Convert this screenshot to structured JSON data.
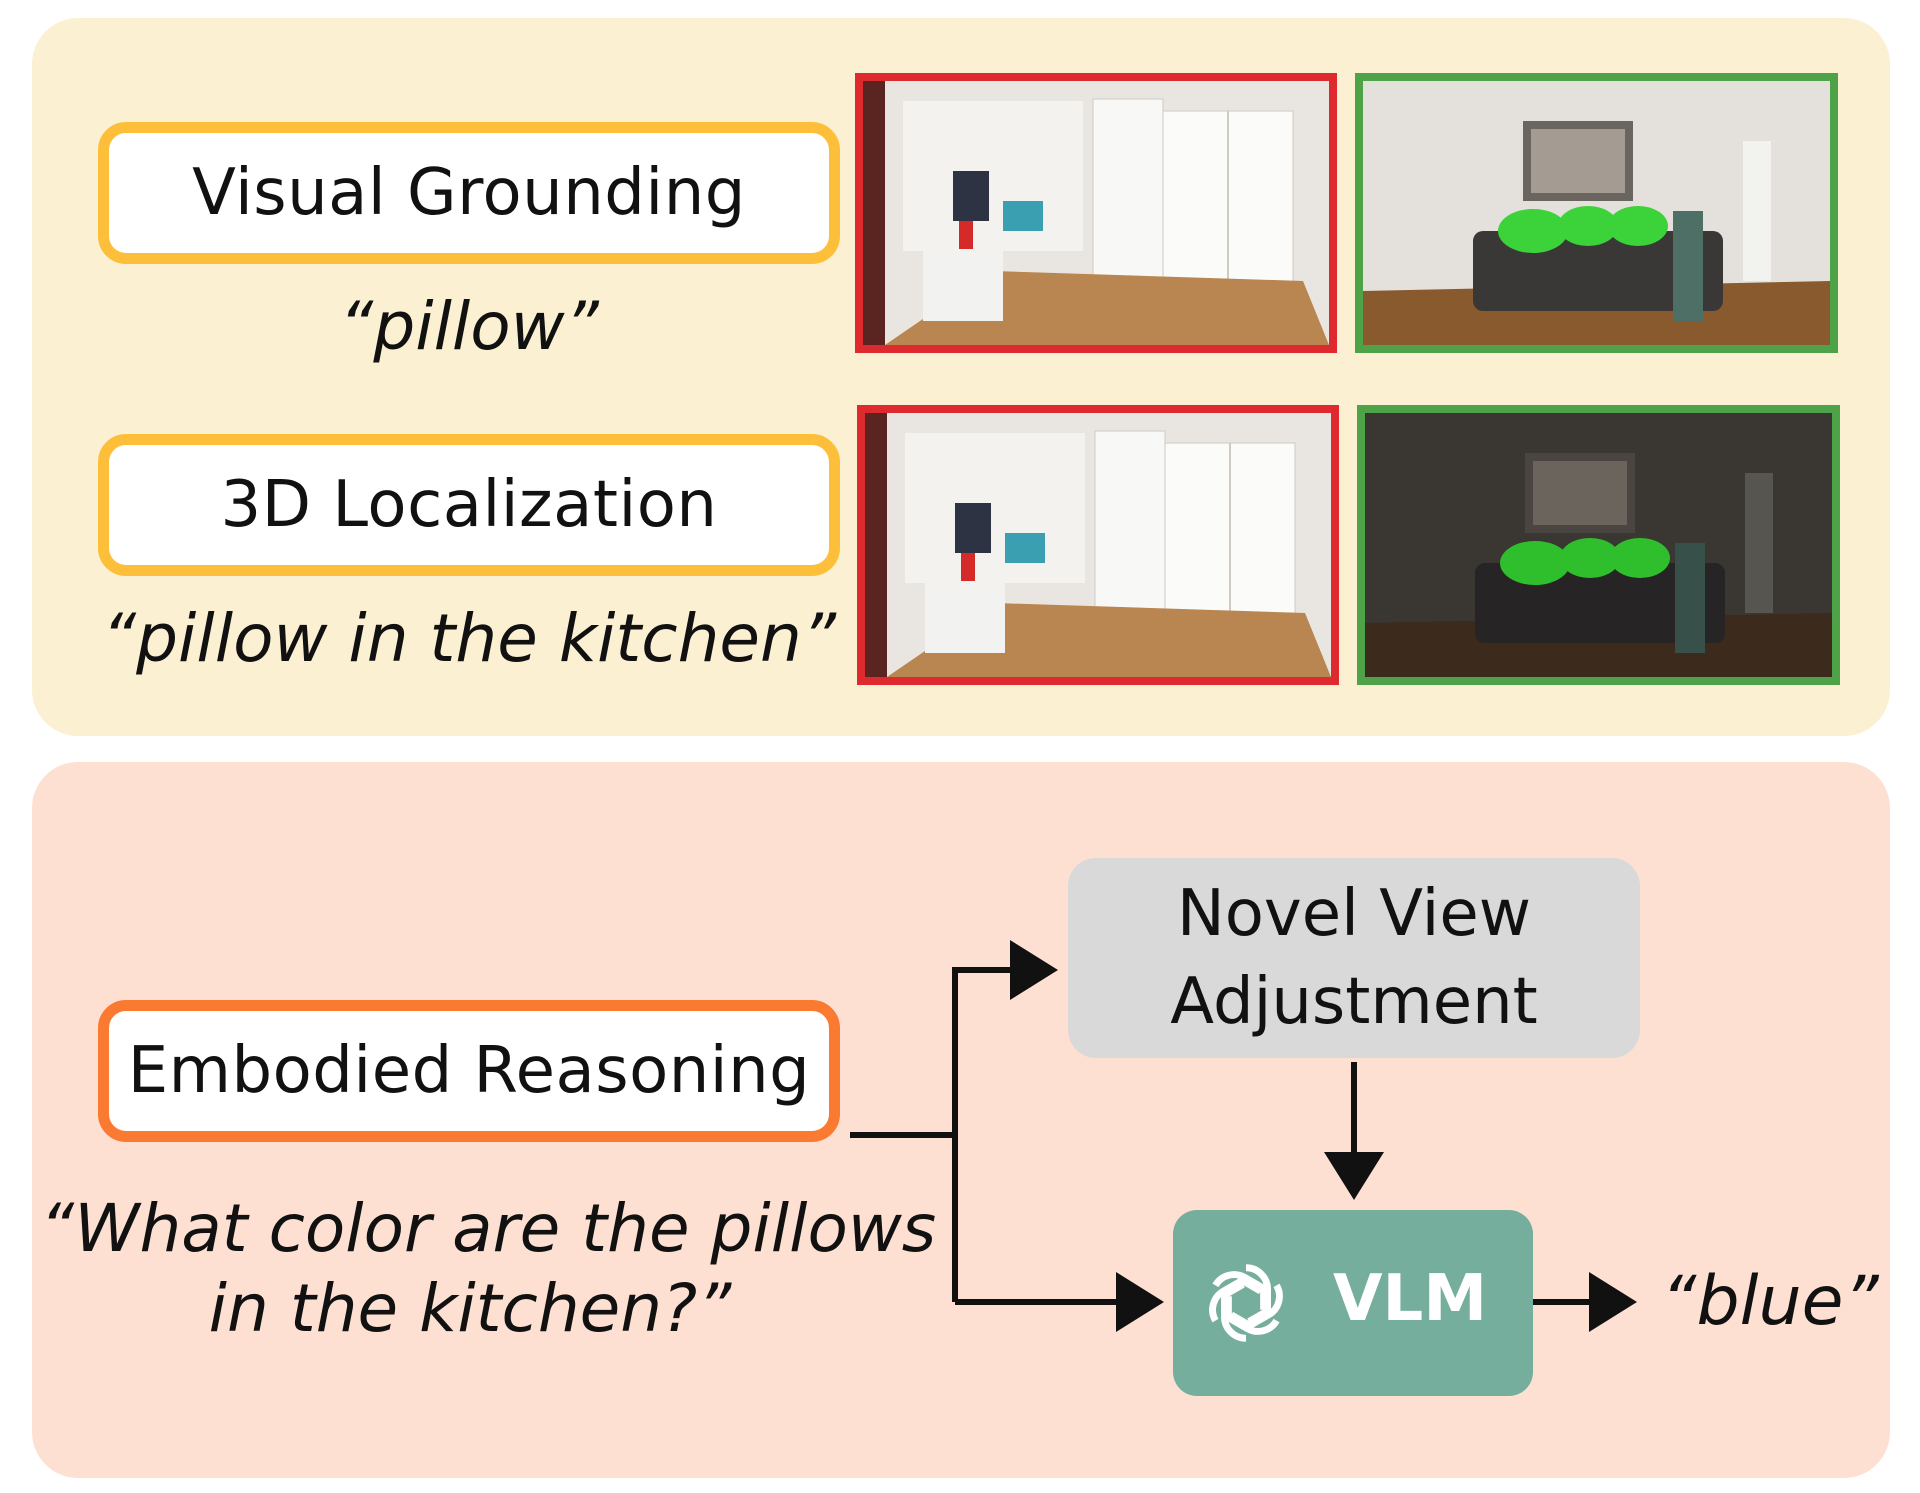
{
  "visual_grounding": {
    "label": "Visual Grounding",
    "query": "“pillow”"
  },
  "localization": {
    "label": "3D Localization",
    "query": "“pillow in the kitchen”"
  },
  "embodied": {
    "label": "Embodied Reasoning",
    "query_line1": "“What color are the pillows",
    "query_line2": "in the kitchen?”"
  },
  "novel_view": {
    "line1": "Novel View",
    "line2": "Adjustment"
  },
  "vlm": {
    "label": "VLM",
    "icon": "openai-icon"
  },
  "answer": "“blue”",
  "colors": {
    "top_panel": "#fcf0d2",
    "bottom_panel": "#fde0d2",
    "yellow_border": "#fdbf3a",
    "orange_border": "#fb7a32",
    "wrong_frame": "#de2a2e",
    "correct_frame": "#4ea247",
    "vlm_fill": "#76ae9e",
    "novel_fill": "#d9d9d9"
  }
}
